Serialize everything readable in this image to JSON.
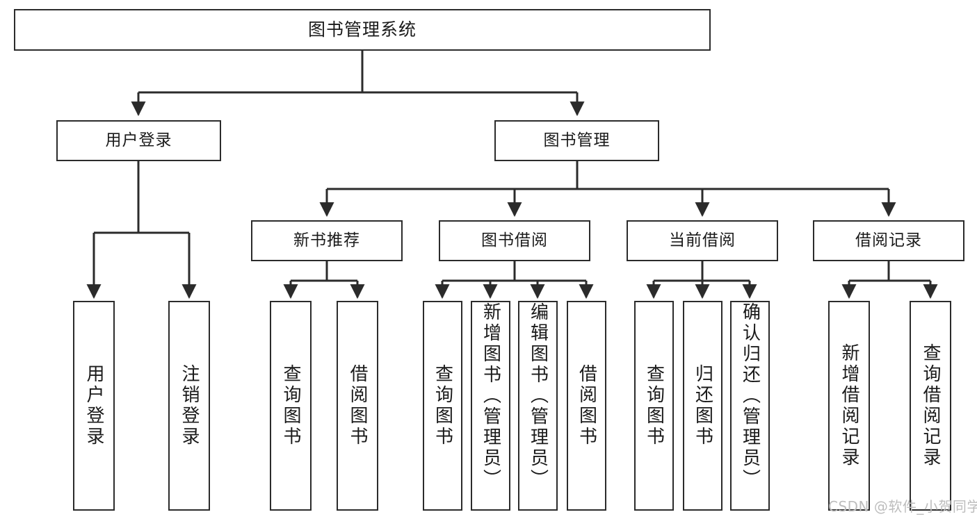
{
  "diagram": {
    "title": "图书管理系统",
    "watermark": "CSDN @软件_小贺同学",
    "stroke_color": "#2b2b2b",
    "text_color": "#1a1a1a",
    "background_color": "#ffffff",
    "watermark_color": "#bdbdbd"
  },
  "nodes": {
    "root": {
      "label": "图书管理系统"
    },
    "level2": [
      {
        "label": "用户登录"
      },
      {
        "label": "图书管理"
      }
    ],
    "level3": [
      {
        "label": "新书推荐"
      },
      {
        "label": "图书借阅"
      },
      {
        "label": "当前借阅"
      },
      {
        "label": "借阅记录"
      }
    ],
    "leaves_user_login": [
      {
        "label": "用户登录"
      },
      {
        "label": "注销登录"
      }
    ],
    "leaves_new_books": [
      {
        "label": "查询图书"
      },
      {
        "label": "借阅图书"
      }
    ],
    "leaves_borrow": [
      {
        "label": "查询图书"
      },
      {
        "label": "新增图书（管理员）"
      },
      {
        "label": "编辑图书（管理员）"
      },
      {
        "label": "借阅图书"
      }
    ],
    "leaves_current": [
      {
        "label": "查询图书"
      },
      {
        "label": "归还图书"
      },
      {
        "label": "确认归还（管理员）"
      }
    ],
    "leaves_records": [
      {
        "label": "新增借阅记录"
      },
      {
        "label": "查询借阅记录"
      }
    ]
  }
}
